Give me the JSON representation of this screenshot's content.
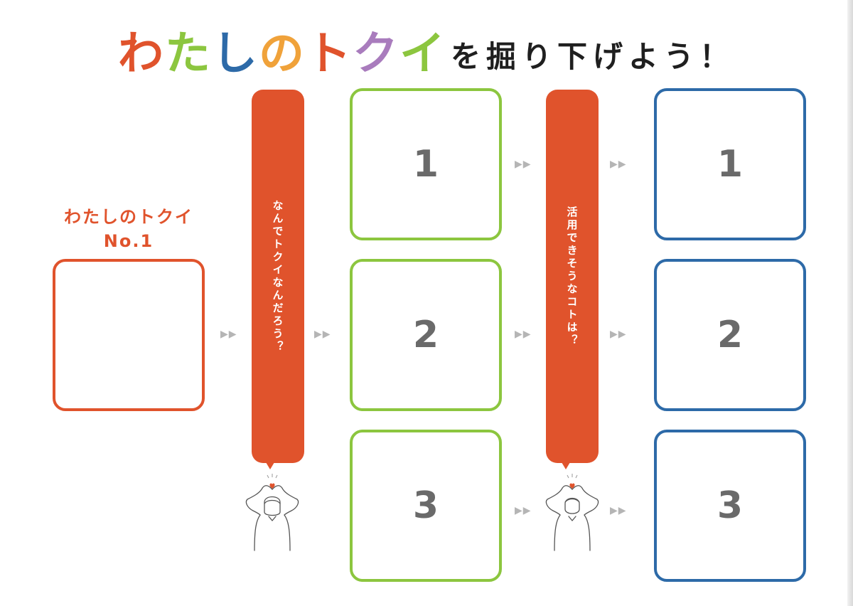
{
  "title": {
    "chars": [
      {
        "text": "わ",
        "color": "#e0532c"
      },
      {
        "text": "た",
        "color": "#8cc63f"
      },
      {
        "text": "し",
        "color": "#2d6aa8"
      },
      {
        "text": "の",
        "color": "#f0a23a"
      },
      {
        "text": "ト",
        "color": "#e0532c"
      },
      {
        "text": "ク",
        "color": "#a97cbd"
      },
      {
        "text": "イ",
        "color": "#8cc63f"
      }
    ],
    "rest": "を掘り下げよう！"
  },
  "tokui_label": {
    "line1": "わたしのトクイ",
    "line2": "No.1"
  },
  "question1": "なんでトクイなんだろう？",
  "question2": "活用できそうなコトは？",
  "green_boxes": [
    "1",
    "2",
    "3"
  ],
  "blue_boxes": [
    "1",
    "2",
    "3"
  ],
  "arrow_glyph": "▶▶",
  "colors": {
    "orange": "#e0532c",
    "green": "#8cc63f",
    "blue": "#2d6aa8",
    "number_gray": "#6a6a6a",
    "arrow_gray": "#b5b5b5"
  },
  "icons": [
    "heart-hands-person-icon",
    "heart-hands-person-icon"
  ]
}
